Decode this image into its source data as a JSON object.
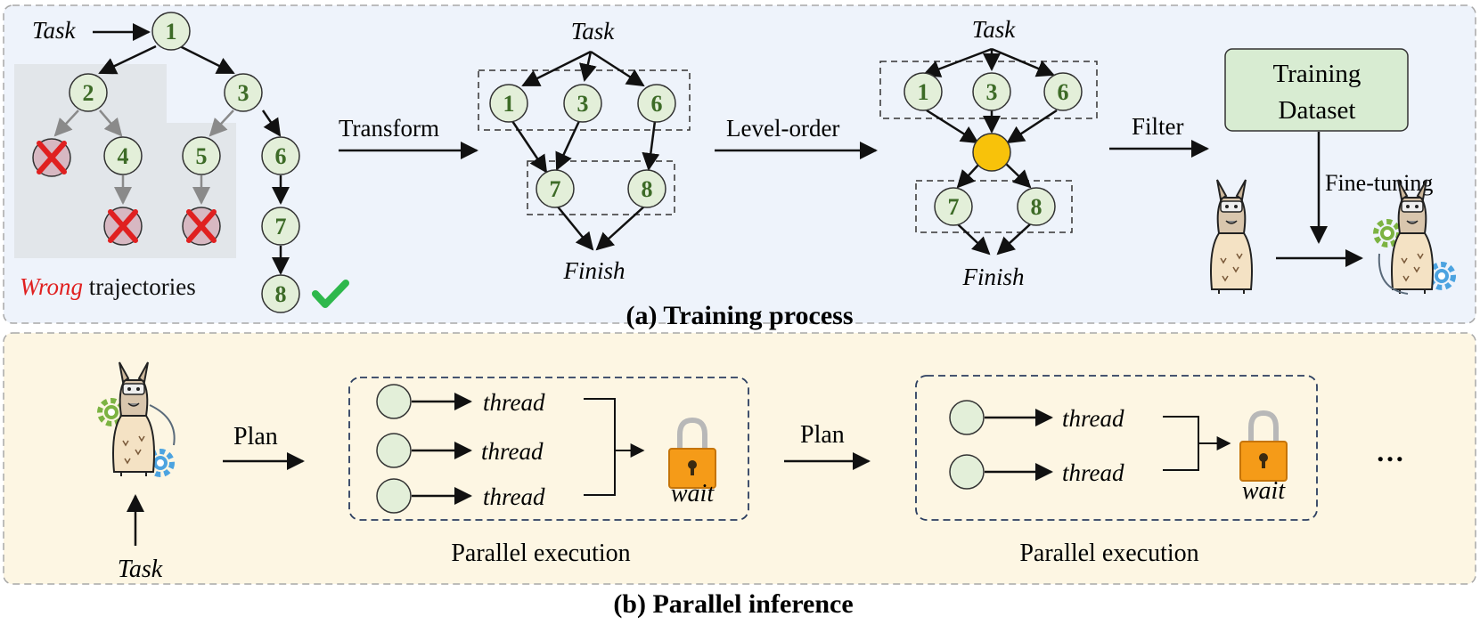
{
  "training": {
    "caption": "(a) Training process",
    "tree_task_label": "Task",
    "wrong_word": "Wrong",
    "wrong_rest": " trajectories",
    "nodes": {
      "n1": "1",
      "n2": "2",
      "n3": "3",
      "n4": "4",
      "n5": "5",
      "n6": "6",
      "n7": "7",
      "n8": "8"
    },
    "transform_label": "Transform",
    "levelorder_label": "Level-order",
    "filter_label": "Filter",
    "dag1_task": "Task",
    "dag1_finish": "Finish",
    "dag1_nodes": {
      "a": "1",
      "b": "3",
      "c": "6",
      "d": "7",
      "e": "8"
    },
    "dag2_task": "Task",
    "dag2_finish": "Finish",
    "dag2_nodes": {
      "a": "1",
      "b": "3",
      "c": "6",
      "d": "7",
      "e": "8"
    },
    "dataset_line1": "Training",
    "dataset_line2": "Dataset",
    "finetune_label": "Fine-tuning"
  },
  "inference": {
    "caption": "(b) Parallel inference",
    "task_label": "Task",
    "plan1_label": "Plan",
    "plan2_label": "Plan",
    "group1_threads": [
      "thread",
      "thread",
      "thread"
    ],
    "group2_threads": [
      "thread",
      "thread"
    ],
    "wait1_label": "wait",
    "wait2_label": "wait",
    "exec1_label": "Parallel execution",
    "exec2_label": "Parallel execution",
    "ellipsis": "…"
  },
  "colors": {
    "panel_a_bg": "#eef3fb",
    "panel_b_bg": "#fdf6e3",
    "node_fill": "#e3efd9",
    "node_text": "#3d6b27",
    "wrong_red": "#e02020",
    "check_green": "#2eb84c",
    "dataset_fill": "#d8ecd2",
    "yellow_node": "#f8c20a",
    "lock_orange": "#f59b18"
  },
  "icons": [
    "cross-icon",
    "checkmark-icon",
    "llama-icon",
    "gear-icon",
    "lock-icon",
    "arrow-icon"
  ]
}
